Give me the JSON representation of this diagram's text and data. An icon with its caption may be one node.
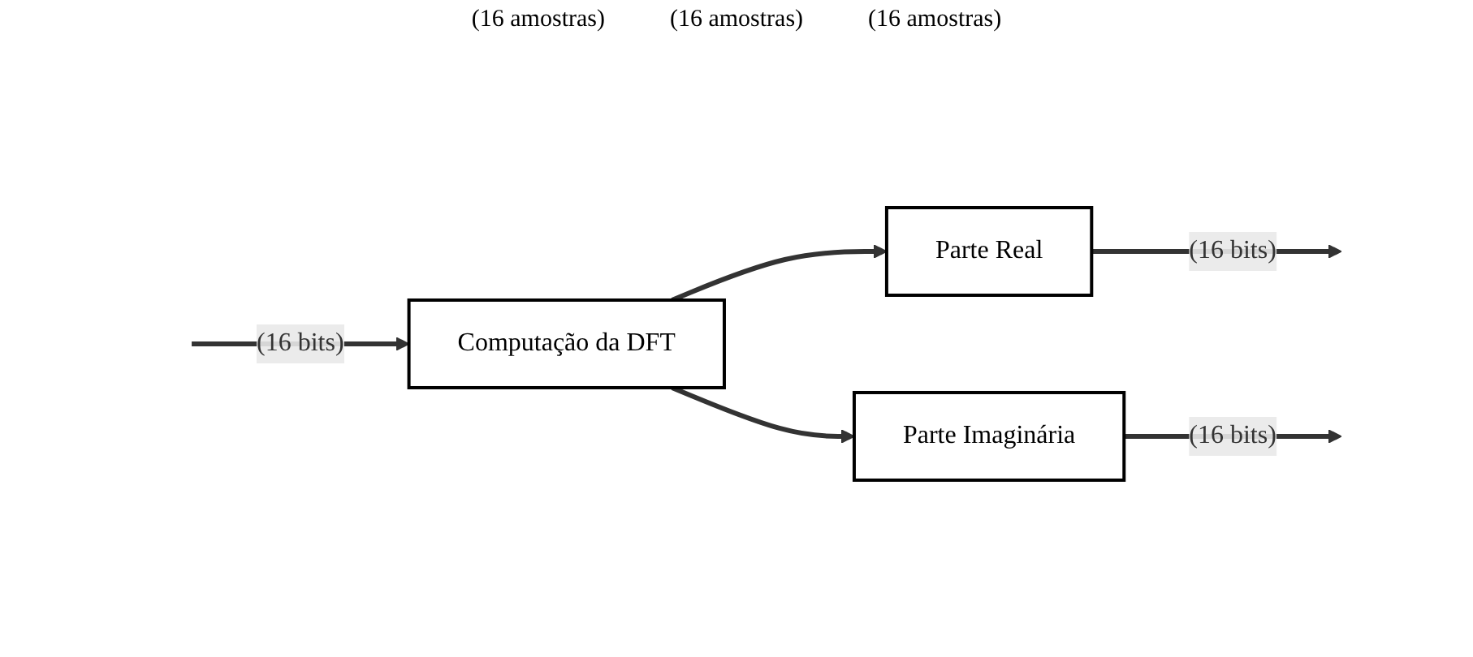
{
  "diagram": {
    "nodes": [
      {
        "text": [
          "Computação da DFT"
        ]
      },
      {
        "text": [
          "Parte Real"
        ]
      },
      {
        "text": [
          "Parte Imaginária"
        ]
      }
    ],
    "edges": [
      {
        "from": null,
        "to": 0,
        "arrow": "to",
        "label": "(16 bits)"
      },
      {
        "from": 0,
        "to": 1,
        "arrow": "to"
      },
      {
        "from": 0,
        "to": 2,
        "arrow": "to"
      },
      {
        "from": 1,
        "to": null,
        "arrow": "to",
        "label": "(16 bits)"
      },
      {
        "from": 2,
        "to": null,
        "arrow": "to",
        "label": "(16 bits)"
      }
    ],
    "labels": [
      "(16 amostras)",
      "(16 amostras)",
      "(16 amostras)"
    ]
  }
}
